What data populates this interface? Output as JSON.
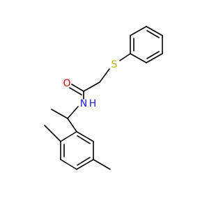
{
  "colors": {
    "bond": "#000000",
    "sulfur": "#b8b000",
    "oxygen": "#e00000",
    "nitrogen": "#2020e0"
  },
  "atoms": {
    "sulfur": {
      "symbol": "S"
    },
    "oxygen": {
      "symbol": "O"
    },
    "nitrogen": {
      "symbol": "N"
    },
    "hydrogen": {
      "symbol": "H"
    }
  }
}
